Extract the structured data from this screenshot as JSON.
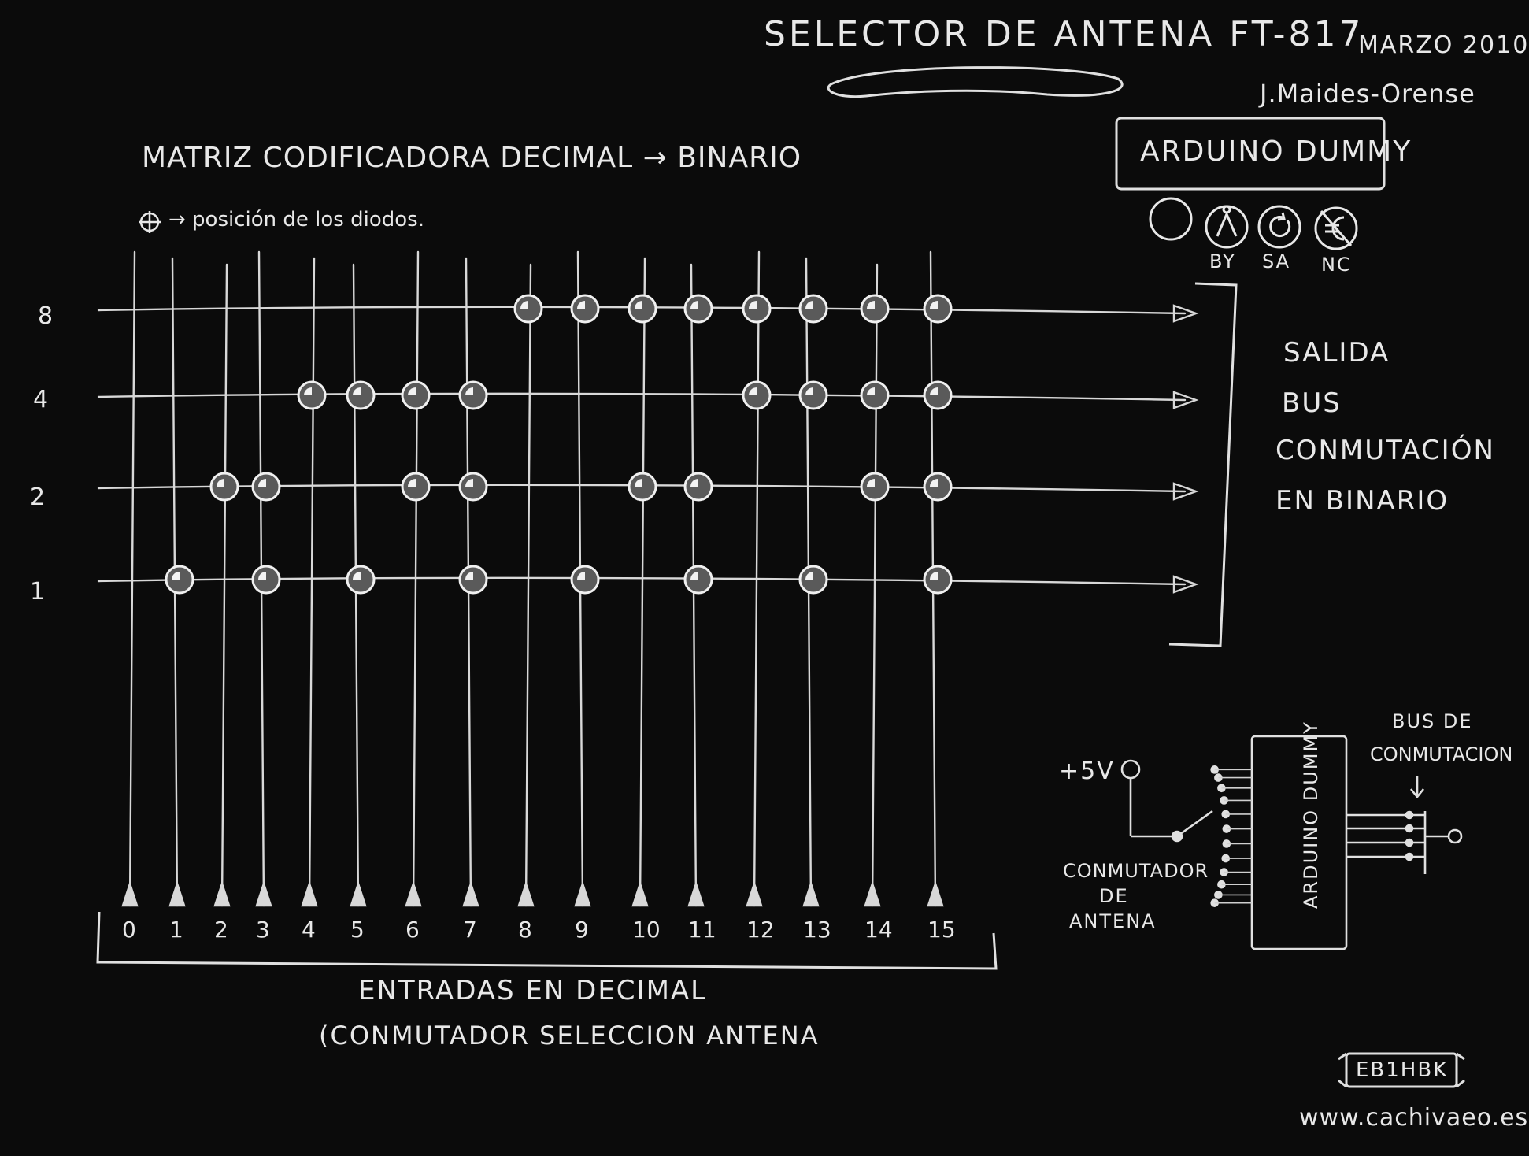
{
  "header": {
    "title": "SELECTOR DE ANTENA FT-817",
    "date": "MARZO 2010",
    "author": "J.Maides-Orense",
    "logo_box": "ARDUINO DUMMY"
  },
  "license": {
    "badges": [
      {
        "glyph": "cc",
        "label": ""
      },
      {
        "glyph": "by",
        "label": "BY"
      },
      {
        "glyph": "sa",
        "label": "SA"
      },
      {
        "glyph": "nc",
        "label": "NC"
      }
    ]
  },
  "matrix": {
    "title": "MATRIZ CODIFICADORA DECIMAL → BINARIO",
    "legend_text": "→ posición de los diodos.",
    "row_bits": [
      "8",
      "4",
      "2",
      "1"
    ],
    "columns": [
      "0",
      "1",
      "2",
      "3",
      "4",
      "5",
      "6",
      "7",
      "8",
      "9",
      "10",
      "11",
      "12",
      "13",
      "14",
      "15"
    ],
    "inputs_label": "ENTRADAS EN DECIMAL",
    "inputs_sublabel": "(CONMUTADOR SELECCION ANTENA"
  },
  "output": {
    "lines": [
      "SALIDA",
      "BUS",
      "CONMUTACIÓN",
      "EN BINARIO"
    ]
  },
  "circuit": {
    "supply": "+5V",
    "switch_label_lines": [
      "CONMUTADOR",
      "DE",
      "ANTENA"
    ],
    "chip_label": "ARDUINO DUMMY",
    "bus_label_lines": [
      "BUS DE",
      "CONMUTACION"
    ]
  },
  "footer": {
    "callsign": "EB1HBK",
    "website": "www.cachivaeo.es"
  }
}
